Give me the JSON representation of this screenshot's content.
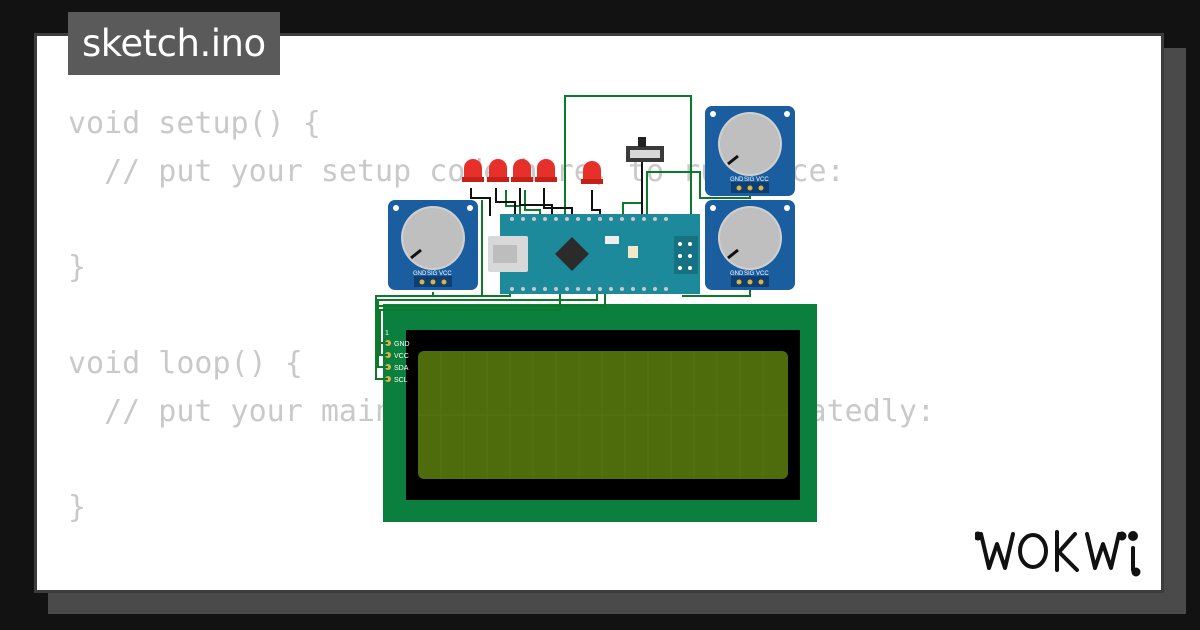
{
  "sketch": {
    "filename": "sketch.ino"
  },
  "code": {
    "lines": [
      "void setup() {",
      "  // put your setup code here, to run once:",
      "",
      "}",
      "",
      "void loop() {",
      "  // put your main code here, to run repeatedly:",
      "",
      "}"
    ]
  },
  "circuit": {
    "board": "Arduino Nano",
    "pot_pin_labels": [
      "GND",
      "SIG",
      "VCC"
    ],
    "lcd_pin_labels": [
      "GND",
      "VCC",
      "SDA",
      "SCL"
    ],
    "lcd_pin_marker": "1",
    "led_count": 5,
    "potentiometer_count": 3,
    "colors": {
      "pcb": "#0b7f3d",
      "lcd_screen": "#4e6c0c",
      "led": "#e8302a",
      "pot": "#1a5ea0",
      "nano": "#1d8a9c",
      "wire": "#0d7a2a"
    }
  },
  "brand": {
    "logo": "WOKWI"
  }
}
